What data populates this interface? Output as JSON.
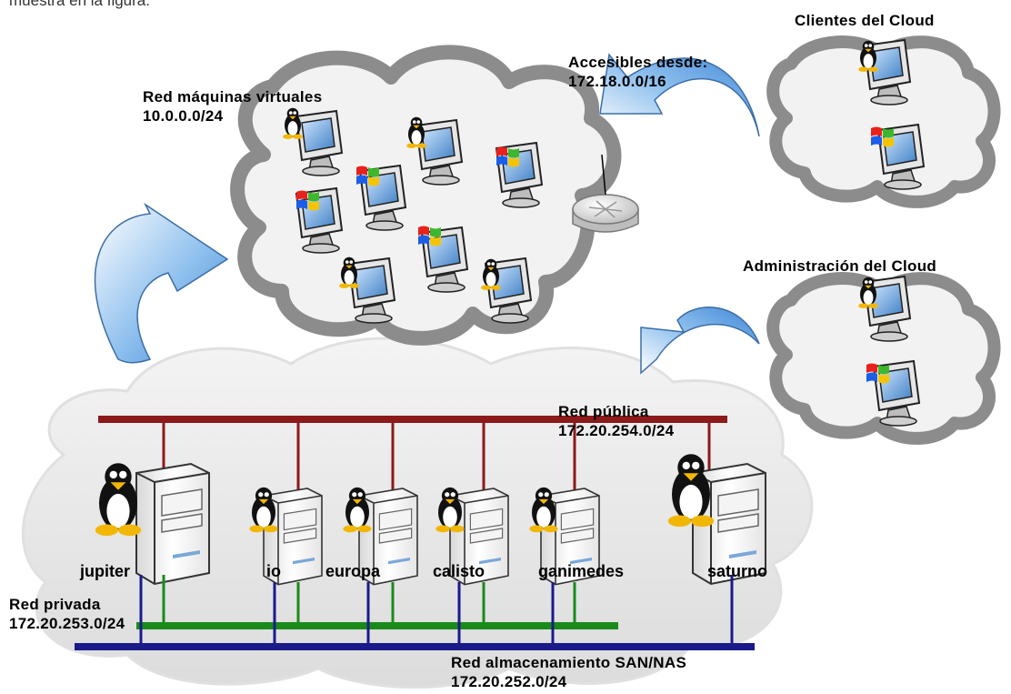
{
  "top_text": "muestra en la figura.",
  "labels": {
    "clientes": "Clientes del Cloud",
    "accesibles_title": "Accesibles desde:",
    "accesibles_net": "172.18.0.0/16",
    "vm_title": "Red máquinas virtuales",
    "vm_net": "10.0.0.0/24",
    "admin": "Administración del Cloud",
    "publica_title": "Red pública",
    "publica_net": "172.20.254.0/24",
    "privada_title": "Red privada",
    "privada_net": "172.20.253.0/24",
    "san_title": "Red almacenamiento SAN/NAS",
    "san_net": "172.20.252.0/24"
  },
  "servers": [
    "jupiter",
    "io",
    "europa",
    "calisto",
    "ganimedes",
    "saturno"
  ],
  "colors": {
    "public_net": "#8b1a1a",
    "private_net": "#1a8b1a",
    "san_net": "#1a1a8b",
    "cloud_outline": "#8c8c8c",
    "arrow": "#5b9bd5"
  },
  "icons": {
    "linux": "tux-icon",
    "windows": "windows-flag-icon",
    "monitor": "monitor-icon",
    "server": "server-tower-icon",
    "router": "router-icon"
  }
}
